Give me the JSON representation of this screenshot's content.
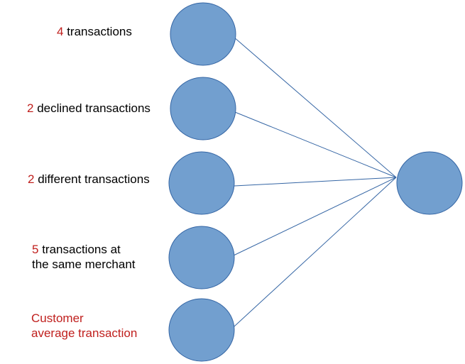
{
  "colors": {
    "node_fill": "#729fcf",
    "node_stroke": "#3465a4",
    "edge": "#3465a4",
    "highlight_text": "#c0201e",
    "body_text": "#000000"
  },
  "inputs": [
    {
      "number": "4",
      "text": "transactions"
    },
    {
      "number": "2",
      "text": "declined transactions"
    },
    {
      "number": "2",
      "text": "different transactions"
    },
    {
      "number": "5",
      "text": "transactions at",
      "text2": "the same merchant"
    },
    {
      "line1": "Customer",
      "line2": "average transaction"
    }
  ]
}
